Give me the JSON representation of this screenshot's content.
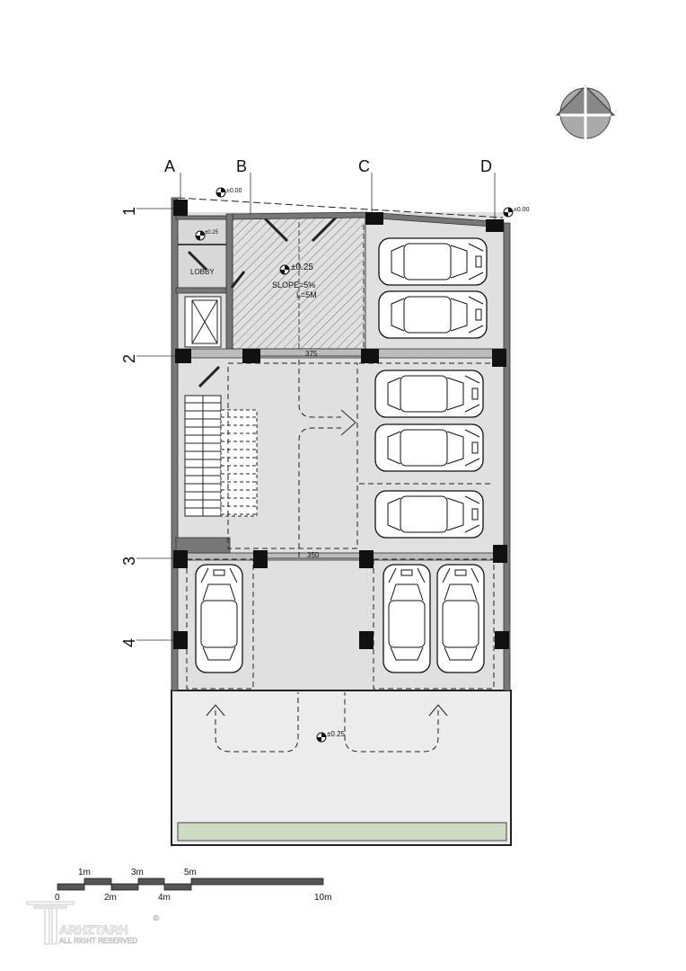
{
  "grid": {
    "columns": [
      "A",
      "B",
      "C",
      "D"
    ],
    "rows": [
      "1",
      "2",
      "3",
      "4"
    ]
  },
  "levels": {
    "entry_top": "±0.00",
    "entry_right": "±0.00",
    "lobby_landing": "±0.25",
    "ramp": "±0.25",
    "front_yard": "±0.25"
  },
  "rooms": {
    "lobby": "LOBBY"
  },
  "ramp": {
    "slope": "SLOPE=5%",
    "length": "L=5M"
  },
  "dimensions": {
    "upper_span": "375",
    "lower_span": "350"
  },
  "scale_bar": {
    "labels_top": [
      "1m",
      "3m",
      "5m"
    ],
    "labels_bottom": [
      "0",
      "2m",
      "4m",
      "10m"
    ]
  },
  "watermark": {
    "brand": "ARHZTARH",
    "subtitle": "ALL RIGHT RESERVED",
    "mark": "©"
  },
  "colors": {
    "wall": "#777777",
    "column": "#111111",
    "floor": "#e0e0e0",
    "yard": "#ececec",
    "planter": "#cfdcc4"
  }
}
